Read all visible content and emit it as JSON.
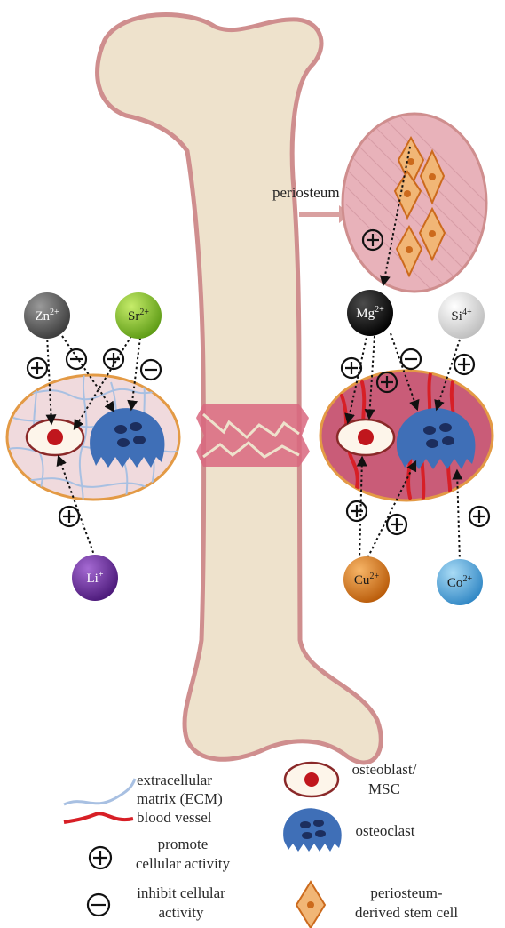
{
  "labels": {
    "periosteum": "periosteum"
  },
  "ions": {
    "zn": {
      "base": "Zn",
      "sup": "2+",
      "color": "#555555",
      "text_color": "#ffffff"
    },
    "sr": {
      "base": "Sr",
      "sup": "2+",
      "color": "#86c02a",
      "text_color": "#1a1a1a"
    },
    "li": {
      "base": "Li",
      "sup": "+",
      "color": "#6b2f9c",
      "text_color": "#ffffff"
    },
    "mg": {
      "base": "Mg",
      "sup": "2+",
      "color": "#111111",
      "text_color": "#ffffff"
    },
    "si": {
      "base": "Si",
      "sup": "4+",
      "color": "#ececec",
      "text_color": "#1a1a1a"
    },
    "cu": {
      "base": "Cu",
      "sup": "2+",
      "color": "#e07d16",
      "text_color": "#1a1a1a"
    },
    "co": {
      "base": "Co",
      "sup": "2+",
      "color": "#5aaee3",
      "text_color": "#1a1a1a"
    }
  },
  "legend": {
    "ecm": [
      "extracellular",
      "matrix (ECM)"
    ],
    "blood_vessel": [
      "blood vessel"
    ],
    "promote": [
      "promote",
      "cellular activity"
    ],
    "inhibit": [
      "inhibit cellular",
      "activity"
    ],
    "osteoblast": [
      "osteoblast/",
      "MSC"
    ],
    "osteoclast": [
      "osteoclast"
    ],
    "periosteum_cell": [
      "periosteum-",
      "derived stem cell"
    ]
  },
  "colors": {
    "bone_fill": "#eee2cc",
    "bone_outline": "#cf8e8e",
    "fracture": "#d9677f",
    "periosteum_bg": "#e8b2ba",
    "stem_cell": "#f1b676",
    "stem_cell_outline": "#cc6a1c",
    "left_callus": "#f0dadd",
    "left_callus_outline": "#e39a45",
    "right_callus": "#c95c78",
    "right_callus_outline": "#e39a45",
    "ecm_lines": "#a8c0e2",
    "blood_vessel": "#d71f26",
    "osteoclast": "#3f6fb7",
    "osteoblast_fill": "#fdf5ea",
    "osteoblast_outline": "#8a2929",
    "nucleus": "#c0161d"
  }
}
